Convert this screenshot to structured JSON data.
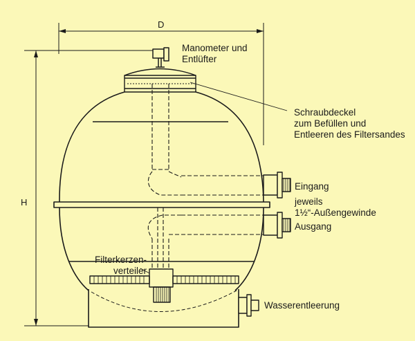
{
  "dimensions": {
    "diameter": "D",
    "height": "H"
  },
  "labels": {
    "manometer_line1": "Manometer und",
    "manometer_line2": "Entlüfter",
    "lid_line1": "Schraubdeckel",
    "lid_line2": "zum Befüllen und",
    "lid_line3": "Entleeren des Filtersandes",
    "inlet": "Eingang",
    "thread_line1": "jeweils",
    "thread_line2": "1½“-Außengewinde",
    "outlet": "Ausgang",
    "distributor_line1": "Filterkerzen-",
    "distributor_line2": "verteiler",
    "drain": "Wasserentleerung"
  },
  "colors": {
    "background": "#fbf8b8",
    "ink": "#1a1a1a"
  }
}
